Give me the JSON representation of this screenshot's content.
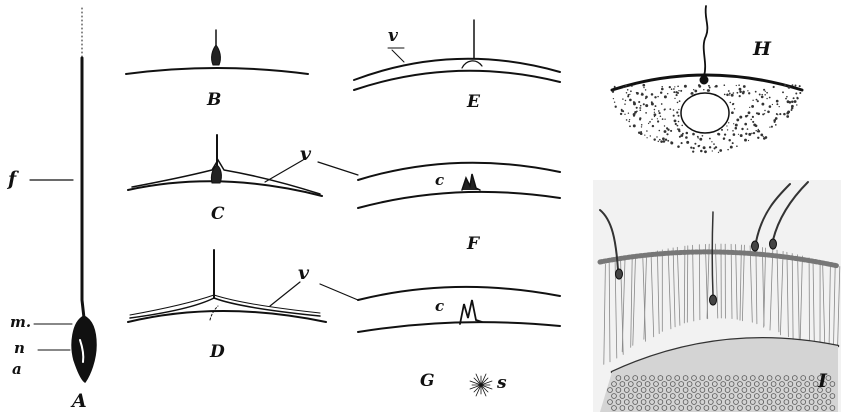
{
  "panels": {
    "A": {
      "label": "A",
      "f_label": "f",
      "m_label": "m.",
      "n_label": "n",
      "a_label": "a"
    },
    "B": {
      "label": "B"
    },
    "C": {
      "label": "C"
    },
    "D": {
      "label": "D"
    },
    "E": {
      "label": "E",
      "v_label": "v"
    },
    "F": {
      "label": "F",
      "c_label": "c"
    },
    "G": {
      "label": "G",
      "c_label": "c",
      "s_label": "s"
    },
    "H": {
      "label": "H"
    },
    "I": {
      "label": "I"
    }
  },
  "shared": {
    "v_label_CF": "v",
    "v_label_DG": "v"
  },
  "colors": {
    "ink": "#111111",
    "paper": "#ffffff",
    "stipple": "#333333"
  }
}
